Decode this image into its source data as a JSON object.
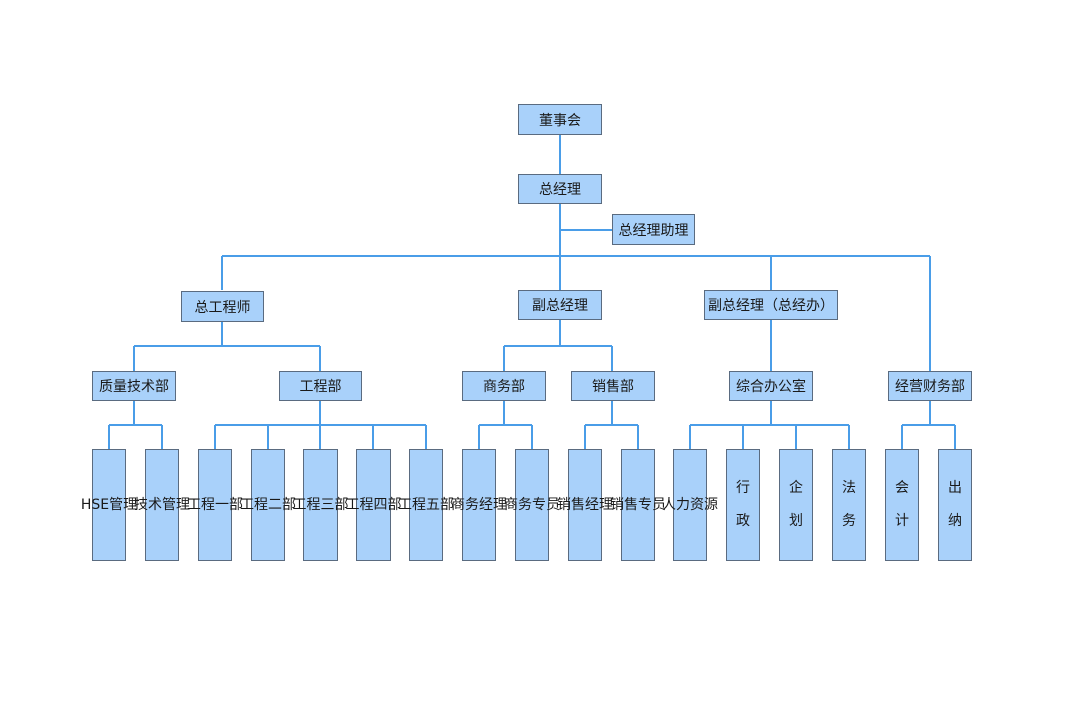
{
  "org": {
    "board": "董事会",
    "gm": "总经理",
    "gm_assistant": "总经理助理",
    "chief_engineer": "总工程师",
    "deputy_gm": "副总经理",
    "deputy_gm_office": "副总经理（总经办）",
    "finance_dept": "经营财务部",
    "quality_dept": "质量技术部",
    "engineering_dept": "工程部",
    "business_dept": "商务部",
    "sales_dept": "销售部",
    "general_office": "综合办公室",
    "units": {
      "hse": "HSE管理",
      "tech_mgmt": "技术管理",
      "eng1": "工程一部",
      "eng2": "工程二部",
      "eng3": "工程三部",
      "eng4": "工程四部",
      "eng5": "工程五部",
      "biz_manager": "商务经理",
      "biz_specialist": "商务专员",
      "sales_manager": "销售经理",
      "sales_specialist": "销售专员",
      "hr": "人力资源",
      "admin": "行政",
      "planning": "企划",
      "legal": "法务",
      "accounting": "会计",
      "cashier": "出纳"
    }
  }
}
